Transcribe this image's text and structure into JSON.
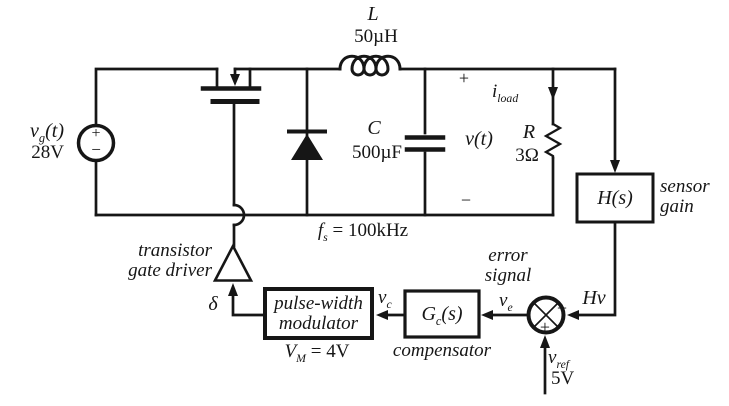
{
  "source": {
    "base": "v",
    "sub": "g",
    "rest": "(t)",
    "value": "28V",
    "plus": "+",
    "minus": "−"
  },
  "inductor": {
    "symbol": "L",
    "value": "50µH"
  },
  "capacitor": {
    "symbol": "C",
    "value": "500µF"
  },
  "switching": {
    "base": "f",
    "sub": "s",
    "rest": " = 100kHz"
  },
  "output": {
    "plus": "+",
    "minus": "−",
    "base": "v",
    "rest": "(t)"
  },
  "load": {
    "i_base": "i",
    "i_sub": "load",
    "r_symbol": "R",
    "r_value": "3Ω"
  },
  "sensor": {
    "label": "H(s)",
    "caption1": "sensor",
    "caption2": "gain"
  },
  "feedback": {
    "hv": "Hv"
  },
  "summing": {
    "plus": "+",
    "minus": "−"
  },
  "reference": {
    "base": "v",
    "sub": "ref",
    "value": "5V"
  },
  "error": {
    "caption1": "error",
    "caption2": "signal",
    "base": "v",
    "sub": "e"
  },
  "compensator": {
    "g_base": "G",
    "g_sub": "c",
    "g_rest": "(s)",
    "caption": "compensator",
    "vc_base": "v",
    "vc_sub": "c"
  },
  "pwm": {
    "line1": "pulse-width",
    "line2": "modulator",
    "vm_base": "V",
    "vm_sub": "M",
    "vm_rest": " = 4V"
  },
  "driver": {
    "caption1": "transistor",
    "caption2": "gate driver",
    "delta": "δ"
  },
  "colors": {
    "ink": "#161616",
    "paper": "#ffffff"
  }
}
